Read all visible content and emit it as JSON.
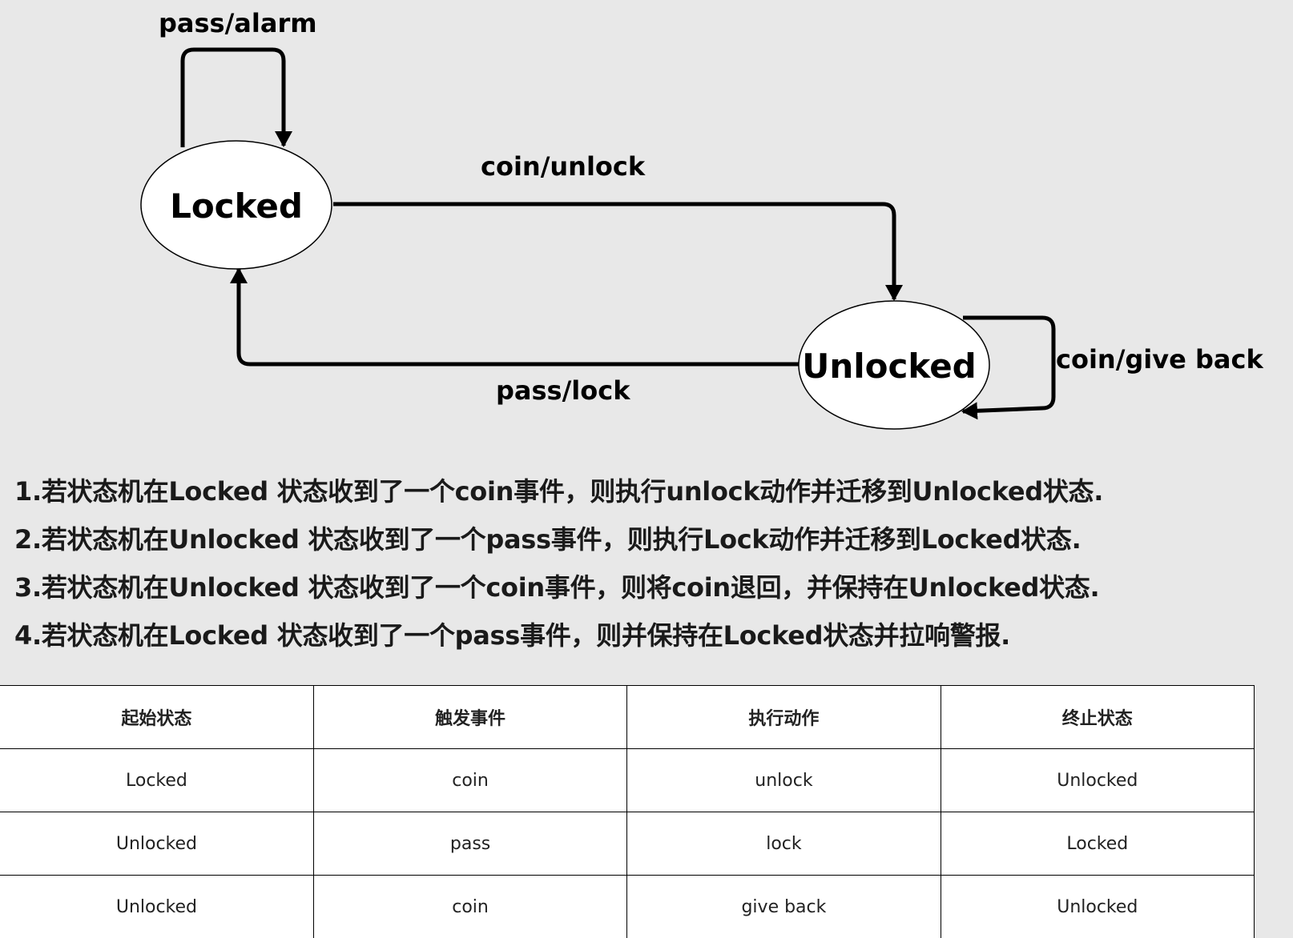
{
  "diagram": {
    "nodes": {
      "locked": "Locked",
      "unlocked": "Unlocked"
    },
    "edges": {
      "locked_self": "pass/alarm",
      "locked_to_unlocked": "coin/unlock",
      "unlocked_to_locked": "pass/lock",
      "unlocked_self": "coin/give back"
    }
  },
  "rules": [
    "1.若状态机在Locked 状态收到了一个coin事件，则执行unlock动作并迁移到Unlocked状态.",
    "2.若状态机在Unlocked 状态收到了一个pass事件，则执行Lock动作并迁移到Locked状态.",
    "3.若状态机在Unlocked 状态收到了一个coin事件，则将coin退回，并保持在Unlocked状态.",
    "4.若状态机在Locked 状态收到了一个pass事件，则并保持在Locked状态并拉响警报."
  ],
  "table": {
    "headers": [
      "起始状态",
      "触发事件",
      "执行动作",
      "终止状态"
    ],
    "rows": [
      [
        "Locked",
        "coin",
        "unlock",
        "Unlocked"
      ],
      [
        "Unlocked",
        "pass",
        "lock",
        "Locked"
      ],
      [
        "Unlocked",
        "coin",
        "give back",
        "Unlocked"
      ]
    ]
  }
}
